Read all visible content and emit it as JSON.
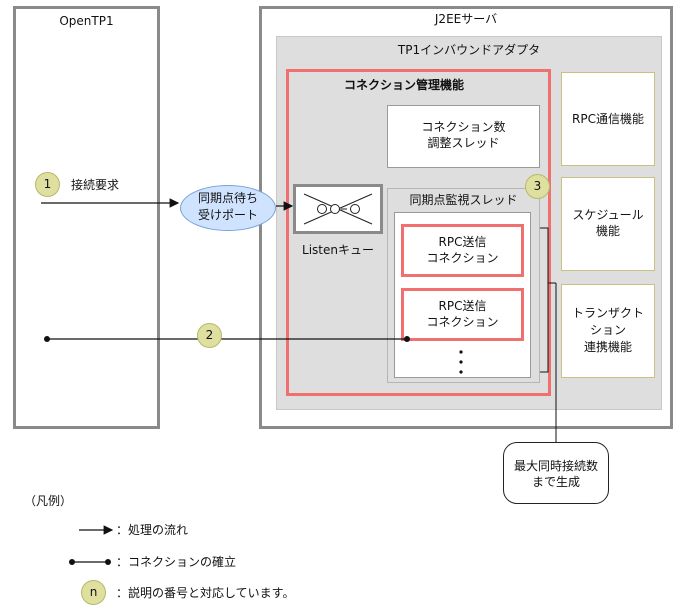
{
  "openTP1": {
    "title": "OpenTP1"
  },
  "j2ee": {
    "title": "J2EEサーバ"
  },
  "adapter": {
    "title": "TP1インバウンドアダプタ"
  },
  "conn_mgr": {
    "title": "コネクション管理機能"
  },
  "adjust_thread": {
    "line1": "コネクション数",
    "line2": "調整スレッド"
  },
  "monitor_thread": {
    "title": "同期点監視スレッド"
  },
  "rpc_conn_1": {
    "line1": "RPC送信",
    "line2": "コネクション"
  },
  "rpc_conn_2": {
    "line1": "RPC送信",
    "line2": "コネクション"
  },
  "listen_queue": {
    "label": "Listenキュー"
  },
  "port": {
    "line1": "同期点待ち",
    "line2": "受けポート"
  },
  "rpc_comm": {
    "label": "RPC通信機能"
  },
  "schedule": {
    "line1": "スケジュール",
    "line2": "機能"
  },
  "transaction": {
    "line1": "トランザクト",
    "line2": "ション",
    "line3": "連携機能"
  },
  "connect_request": {
    "label": "接続要求"
  },
  "callout": {
    "line1": "最大同時接続数",
    "line2": "まで生成"
  },
  "step_numbers": {
    "n1": "1",
    "n2": "2",
    "n3": "3"
  },
  "legend": {
    "title": "（凡例）",
    "flow": "：処理の流れ",
    "connection": "：コネクションの確立",
    "marker_label": "n",
    "marker_desc": "：説明の番号と対応しています。"
  }
}
